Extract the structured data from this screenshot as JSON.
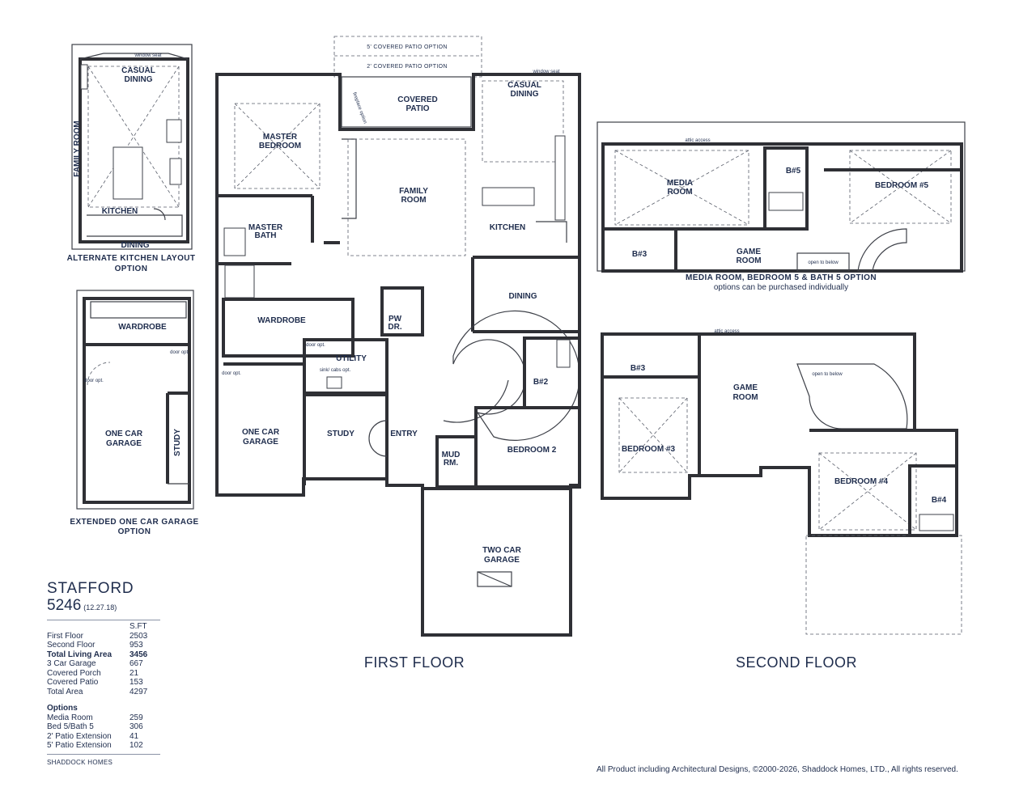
{
  "plan": {
    "name": "STAFFORD",
    "number": "5246",
    "date": "(12.27.18)",
    "sqft_header": "S.FT",
    "areas": [
      {
        "label": "First Floor",
        "value": "2503",
        "bold": false
      },
      {
        "label": "Second Floor",
        "value": "953",
        "bold": false
      },
      {
        "label": "Total Living Area",
        "value": "3456",
        "bold": true
      },
      {
        "label": "3 Car Garage",
        "value": "667",
        "bold": false
      },
      {
        "label": "Covered Porch",
        "value": "21",
        "bold": false
      },
      {
        "label": "Covered Patio",
        "value": "153",
        "bold": false
      },
      {
        "label": "Total Area",
        "value": "4297",
        "bold": false
      }
    ],
    "options_heading": "Options",
    "options": [
      {
        "label": "Media Room",
        "value": "259"
      },
      {
        "label": "Bed 5/Bath 5",
        "value": "306"
      },
      {
        "label": "2' Patio Extension",
        "value": "41"
      },
      {
        "label": "5' Patio Extension",
        "value": "102"
      }
    ],
    "builder": "SHADDOCK HOMES"
  },
  "copyright": "All Product including Architectural Designs, ©2000-2026, Shaddock Homes, LTD., All rights reserved.",
  "captions": {
    "alt_kitchen_1": "ALTERNATE KITCHEN LAYOUT",
    "alt_kitchen_2": "OPTION",
    "ext_garage_1": "EXTENDED ONE CAR GARAGE",
    "ext_garage_2": "OPTION",
    "first_floor": "FIRST FLOOR",
    "second_floor": "SECOND FLOOR",
    "media_option": "MEDIA ROOM, BEDROOM 5 & BATH 5 OPTION",
    "media_option_note": "options can be purchased individually"
  },
  "alt_kitchen": {
    "casual_dining_1": "CASUAL",
    "casual_dining_2": "DINING",
    "family_room": "FAMILY ROOM",
    "kitchen": "KITCHEN",
    "dining": "DINING",
    "window_seat": "window seat"
  },
  "ext_garage": {
    "wardrobe": "WARDROBE",
    "garage_1": "ONE CAR",
    "garage_2": "GARAGE",
    "study": "STUDY",
    "door_opt": "door opt."
  },
  "first_floor": {
    "patio5": "5' COVERED PATIO OPTION",
    "patio2": "2' COVERED PATIO OPTION",
    "covered_patio_1": "COVERED",
    "covered_patio_2": "PATIO",
    "fireplace_option": "fireplace option",
    "casual_dining_1": "CASUAL",
    "casual_dining_2": "DINING",
    "window_seat": "window seat",
    "master_bedroom_1": "MASTER",
    "master_bedroom_2": "BEDROOM",
    "family_room_1": "FAMILY",
    "family_room_2": "ROOM",
    "master_bath_1": "MASTER",
    "master_bath_2": "BATH",
    "kitchen": "KITCHEN",
    "dining": "DINING",
    "wardrobe": "WARDROBE",
    "pw_dr_1": "PW",
    "pw_dr_2": "DR.",
    "utility": "UTILITY",
    "sink_cabs": "sink/ cabs opt.",
    "door_opt": "door opt.",
    "b2": "B#2",
    "one_car_garage_1": "ONE CAR",
    "one_car_garage_2": "GARAGE",
    "study": "STUDY",
    "entry": "ENTRY",
    "bedroom2": "BEDROOM 2",
    "mud_rm_1": "MUD",
    "mud_rm_2": "RM.",
    "two_car_garage_1": "TWO CAR",
    "two_car_garage_2": "GARAGE"
  },
  "second_floor_option": {
    "attic_access": "attic access",
    "media_room_1": "MEDIA",
    "media_room_2": "ROOM",
    "b5": "B#5",
    "bedroom5": "BEDROOM #5",
    "b3": "B#3",
    "game_room_1": "GAME",
    "game_room_2": "ROOM",
    "open_to_below": "open to below"
  },
  "second_floor": {
    "attic_access": "attic access",
    "b3": "B#3",
    "game_room_1": "GAME",
    "game_room_2": "ROOM",
    "open_to_below": "open to below",
    "bedroom3": "BEDROOM #3",
    "bedroom4": "BEDROOM #4",
    "b4": "B#4"
  }
}
